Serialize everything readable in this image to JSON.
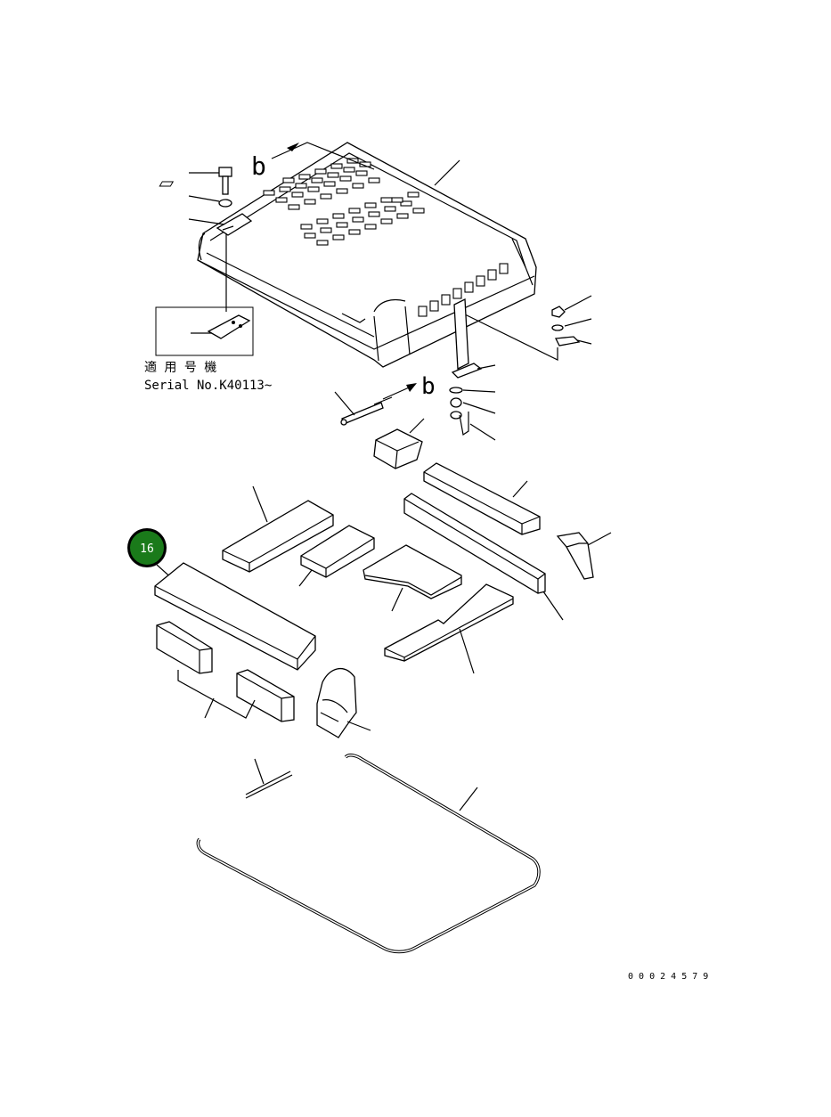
{
  "diagram": {
    "view_label_top": "b",
    "view_label_mid": "b",
    "serial_note_jp": "適 用 号 機",
    "serial_note": "Serial No.K40113~",
    "callout_number": "16",
    "drawing_number": "0 0 0 2 4 5 7 9",
    "callout_color": "#1a7a1a"
  }
}
